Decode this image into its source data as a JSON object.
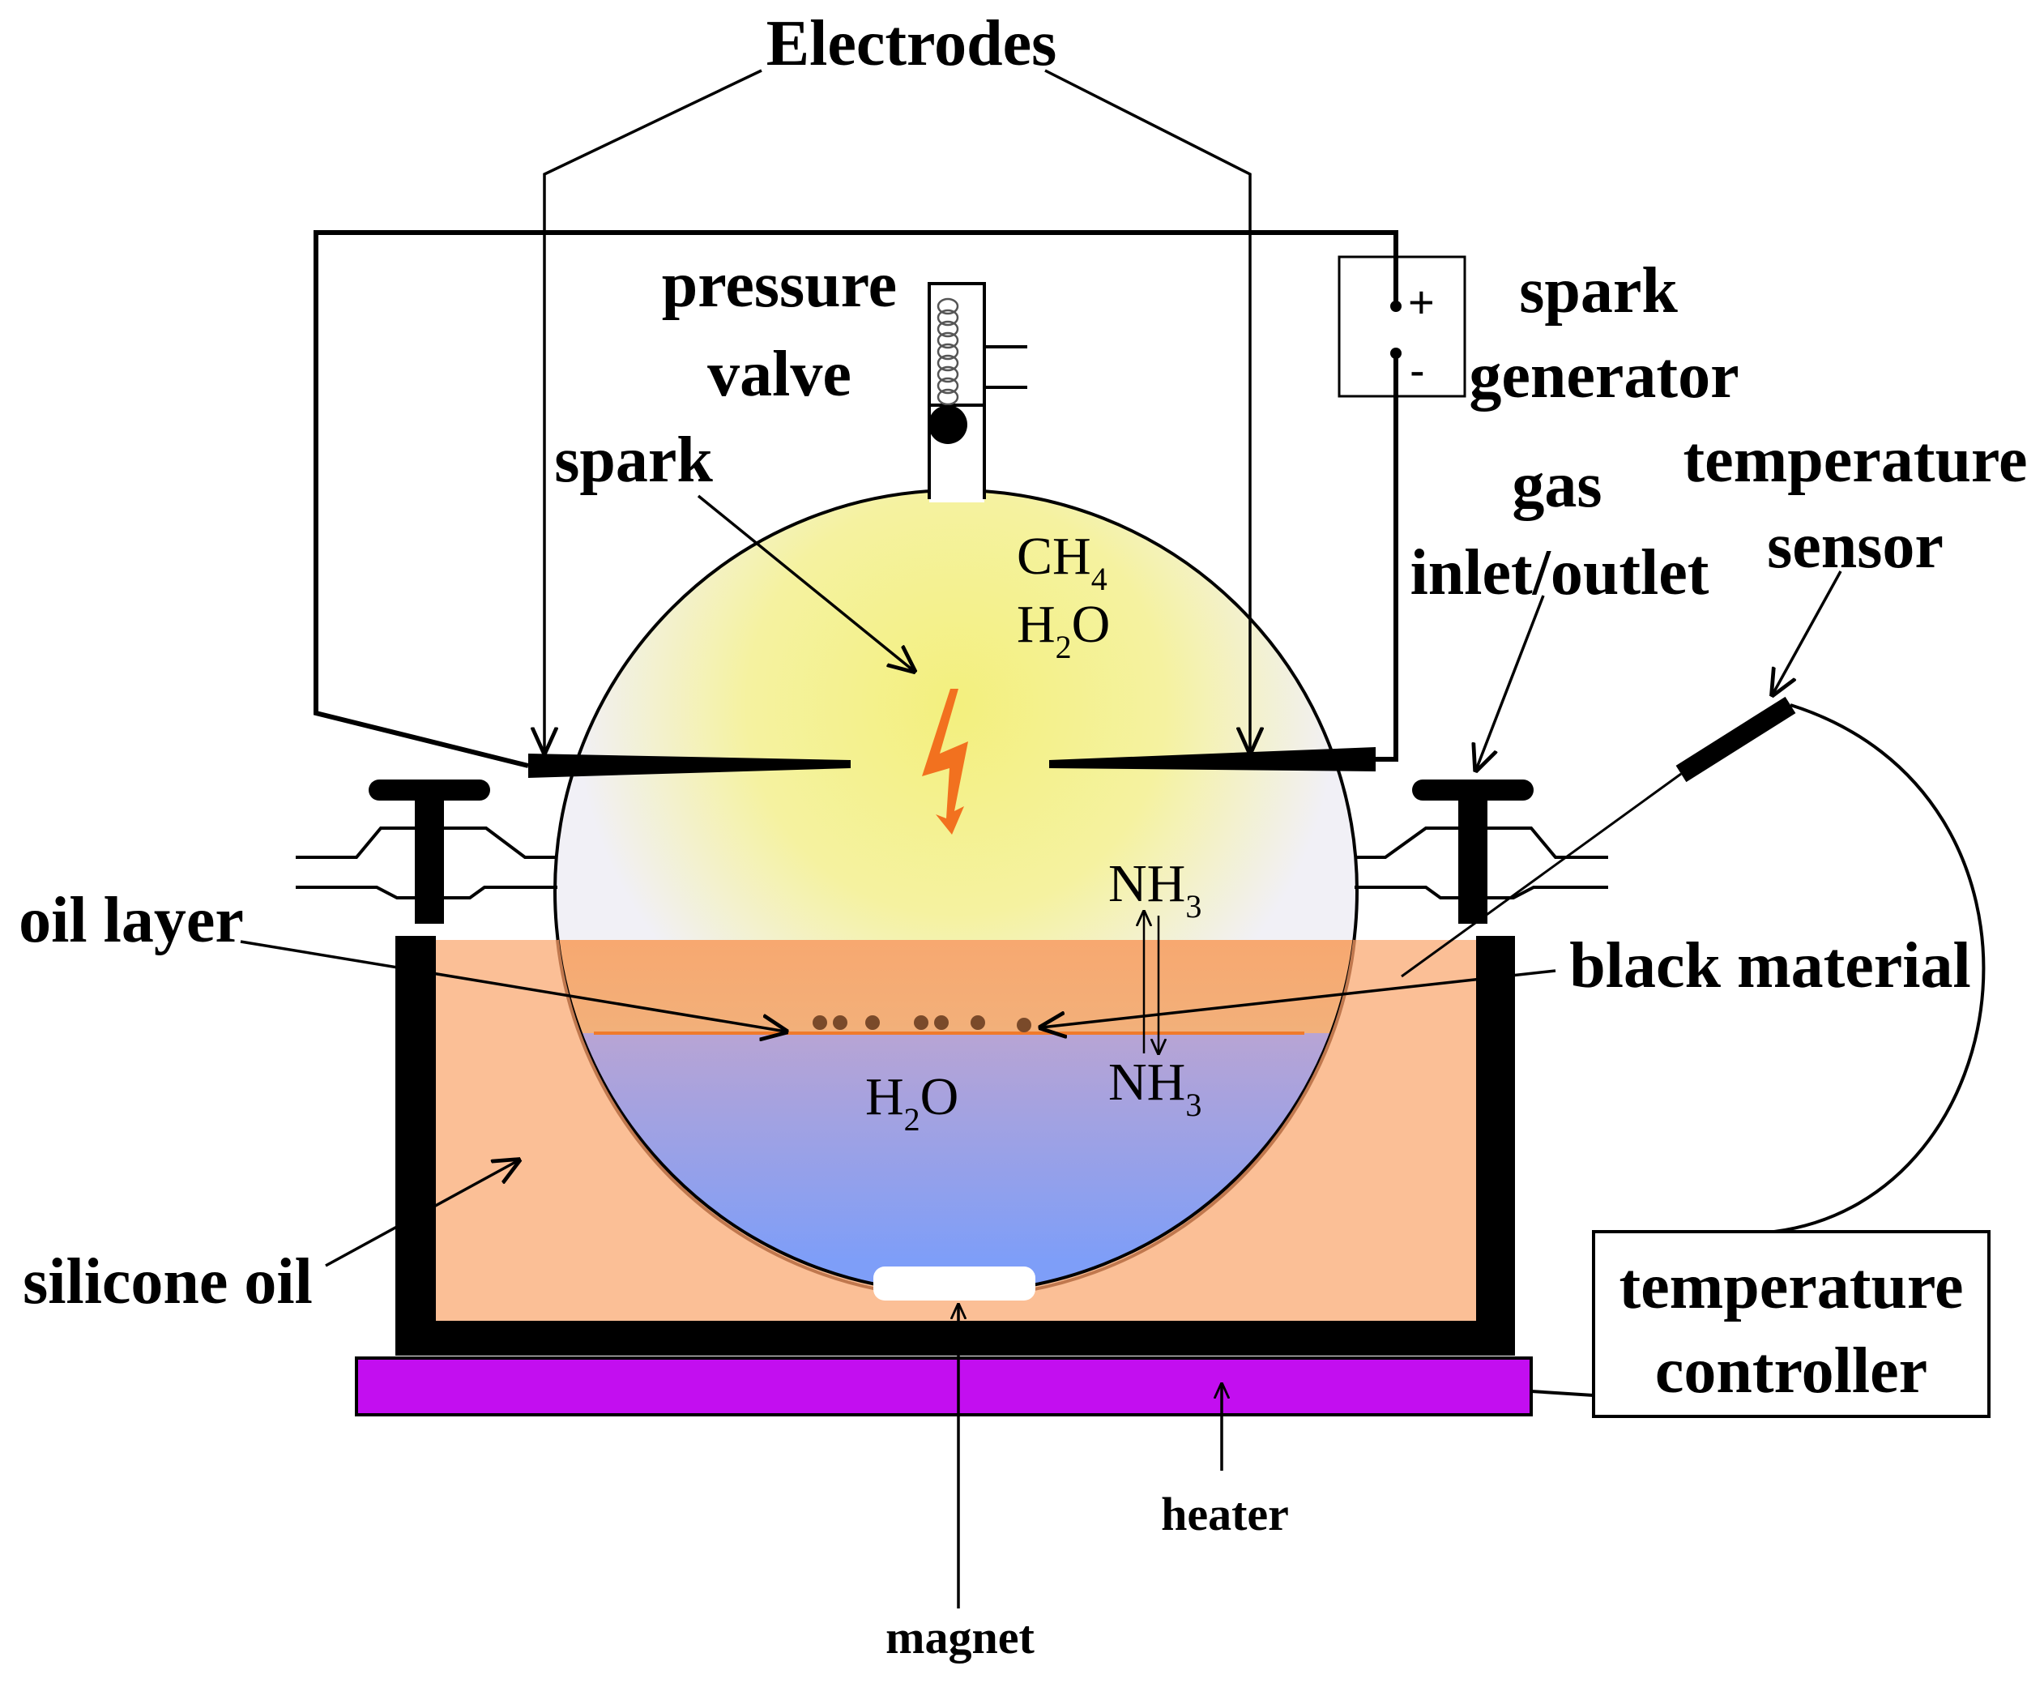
{
  "labels": {
    "electrodes": "Electrodes",
    "pressure_valve_line1": "pressure",
    "pressure_valve_line2": "valve",
    "spark": "spark",
    "spark_generator_line1": "spark",
    "spark_generator_line2": "generator",
    "plus": "+",
    "minus": "-",
    "gas_line1": "gas",
    "gas_line2": "inlet/outlet",
    "temp_sensor_line1": "temperature",
    "temp_sensor_line2": "sensor",
    "oil_layer": "oil layer",
    "black_material": "black material",
    "silicone_oil": "silicone oil",
    "temp_controller_line1": "temperature",
    "temp_controller_line2": "controller",
    "heater": "heater",
    "magnet": "magnet"
  },
  "chemicals": {
    "ch4_main": "CH",
    "ch4_sub": "4",
    "h2o_gas_a": "H",
    "h2o_gas_sub": "2",
    "h2o_gas_b": "O",
    "nh3_gas_main": "NH",
    "nh3_gas_sub": "3",
    "nh3_liquid_main": "NH",
    "nh3_liquid_sub": "3",
    "h2o_liquid_a": "H",
    "h2o_liquid_sub": "2",
    "h2o_liquid_b": "O"
  },
  "colors": {
    "silicone_oil": "#fbbf96",
    "water_top": "#b8a4d4",
    "water_bottom": "#7e9ef8",
    "gas_glow": "#f3f07e",
    "heater": "#c30ef0",
    "spark_bolt": "#f2711f",
    "black_particles": "#7a4a2a"
  }
}
